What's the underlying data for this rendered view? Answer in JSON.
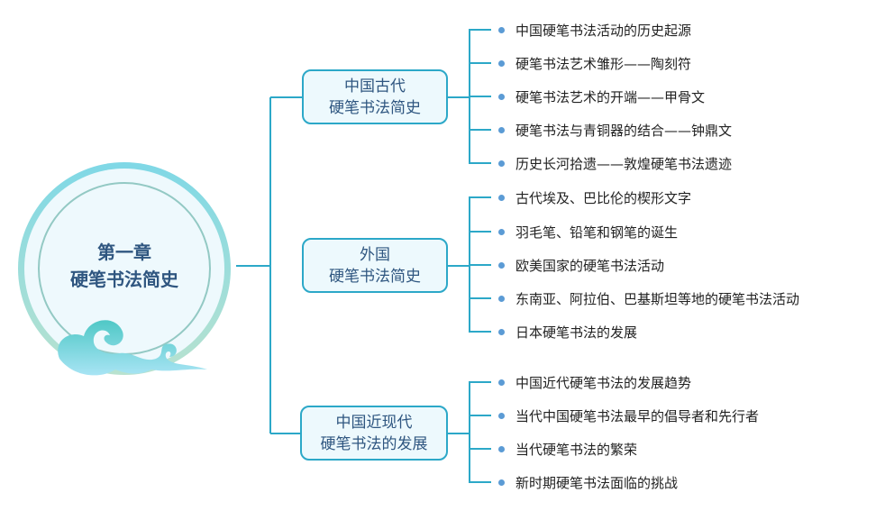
{
  "root": {
    "line1": "第一章",
    "line2": "硬笔书法简史"
  },
  "branches": [
    {
      "line1": "中国古代",
      "line2": "硬笔书法简史",
      "items": [
        "中国硬笔书法活动的历史起源",
        "硬笔书法艺术雏形——陶刻符",
        "硬笔书法艺术的开端——甲骨文",
        "硬笔书法与青铜器的结合——钟鼎文",
        "历史长河拾遗——敦煌硬笔书法遗迹"
      ]
    },
    {
      "line1": "外国",
      "line2": "硬笔书法简史",
      "items": [
        "古代埃及、巴比伦的楔形文字",
        "羽毛笔、铅笔和钢笔的诞生",
        "欧美国家的硬笔书法活动",
        "东南亚、阿拉伯、巴基斯坦等地的硬笔书法活动",
        "日本硬笔书法的发展"
      ]
    },
    {
      "line1": "中国近现代",
      "line2": "硬笔书法的发展",
      "items": [
        "中国近代硬笔书法的发展趋势",
        "当代中国硬笔书法最早的倡导者和先行者",
        "当代硬笔书法的繁荣",
        "新时期硬笔书法面临的挑战"
      ]
    }
  ],
  "colors": {
    "line": "#2ca8c8",
    "text": "#2f5680",
    "dot": "#5b9bd5"
  }
}
